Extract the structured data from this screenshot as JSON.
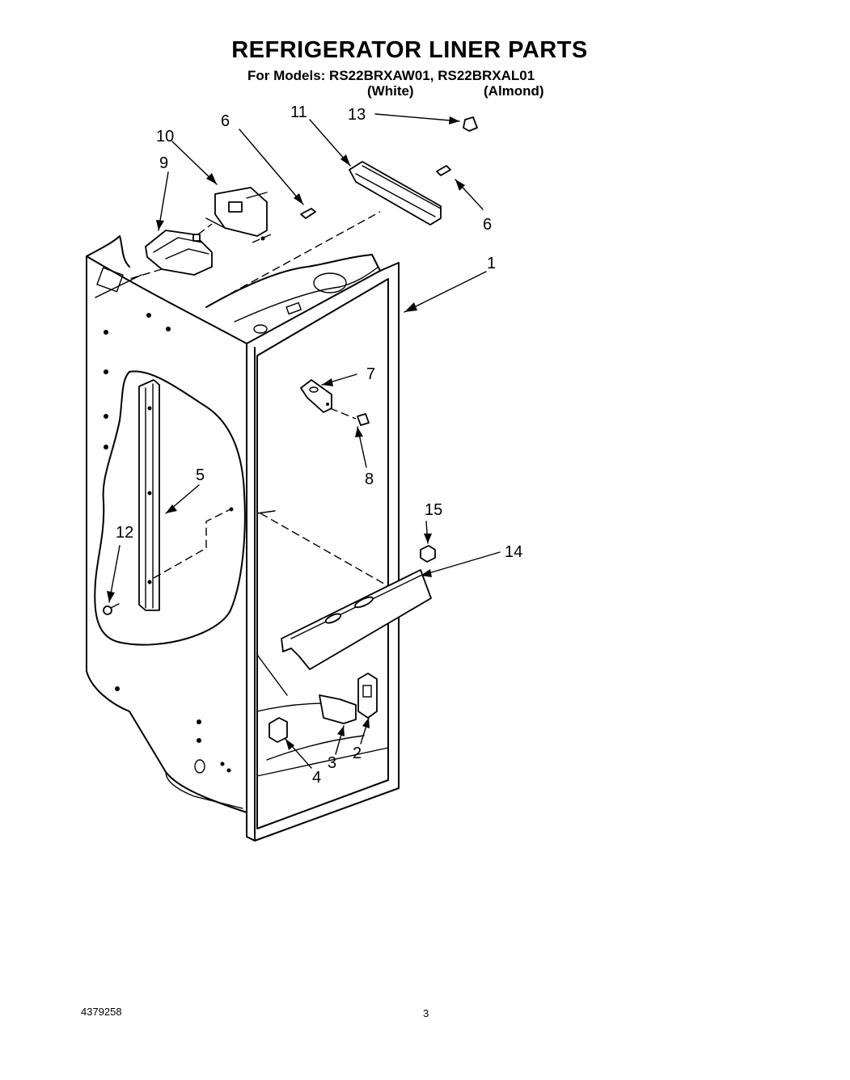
{
  "header": {
    "title": "REFRIGERATOR LINER PARTS",
    "models_line": "For Models: RS22BRXAW01, RS22BRXAL01",
    "variant_white": "(White)",
    "variant_almond": "(Almond)"
  },
  "callouts": [
    {
      "id": "callout-1",
      "label": "1"
    },
    {
      "id": "callout-2",
      "label": "2"
    },
    {
      "id": "callout-3",
      "label": "3"
    },
    {
      "id": "callout-4",
      "label": "4"
    },
    {
      "id": "callout-5",
      "label": "5"
    },
    {
      "id": "callout-6a",
      "label": "6"
    },
    {
      "id": "callout-6b",
      "label": "6"
    },
    {
      "id": "callout-7",
      "label": "7"
    },
    {
      "id": "callout-8",
      "label": "8"
    },
    {
      "id": "callout-9",
      "label": "9"
    },
    {
      "id": "callout-10",
      "label": "10"
    },
    {
      "id": "callout-11",
      "label": "11"
    },
    {
      "id": "callout-12",
      "label": "12"
    },
    {
      "id": "callout-13",
      "label": "13"
    },
    {
      "id": "callout-14",
      "label": "14"
    },
    {
      "id": "callout-15",
      "label": "15"
    }
  ],
  "footer": {
    "doc_number": "4379258",
    "page_number": "3"
  }
}
